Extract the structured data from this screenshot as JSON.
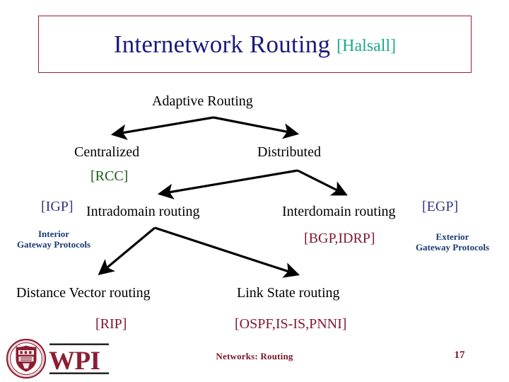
{
  "slide": {
    "title_main": "Internetwork Routing",
    "title_citation": "[Halsall]",
    "title_border_color": "#a02028",
    "title_color": "#1b1b7a",
    "citation_color": "#1aab8a"
  },
  "diagram": {
    "type": "tree",
    "root": "Adaptive Routing",
    "nodes": {
      "adaptive": "Adaptive Routing",
      "centralized": "Centralized",
      "centralized_tag": "[RCC]",
      "distributed": "Distributed",
      "igp_tag": "[IGP]",
      "intradomain": "Intradomain routing",
      "igp_sub_line1": "Interior",
      "igp_sub_line2": "Gateway Protocols",
      "interdomain": "Interdomain routing",
      "egp_tag": "[EGP]",
      "bgp_tag": "[BGP,IDRP]",
      "egp_sub_line1": "Exterior",
      "egp_sub_line2": "Gateway Protocols",
      "distance_vector": "Distance Vector routing",
      "rip_tag": "[RIP]",
      "link_state": "Link State routing",
      "ospf_tag": "[OSPF,IS-IS,PNNI]"
    },
    "colors": {
      "plain_text": "#000000",
      "rcc_tag": "#1a5c1a",
      "igp_egp_tag": "#343487",
      "protocol_tag": "#7d1731",
      "gateway_sub": "#1b3a73",
      "arrow": "#000000"
    }
  },
  "footer": {
    "logo_name": "WPI",
    "logo_seal_text": "WORCESTER POLYTECHNIC INSTITUTE",
    "logo_seal_year": "1865",
    "center_text": "Networks: Routing",
    "page_number": "17",
    "color": "#7a1528"
  }
}
